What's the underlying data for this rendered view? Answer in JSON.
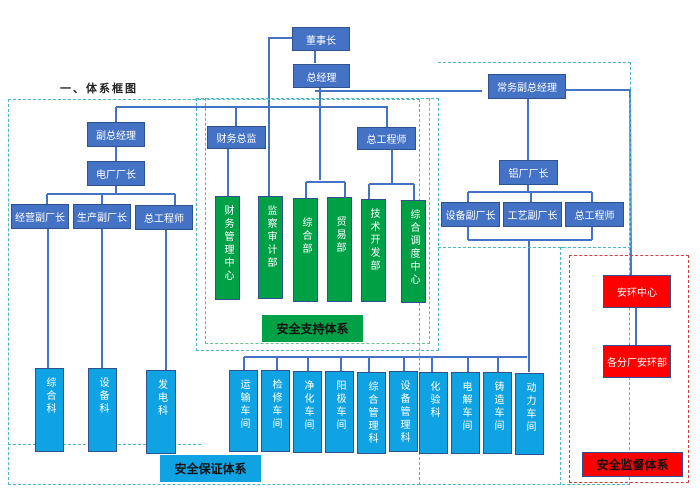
{
  "heading": "一、体系框图",
  "top": {
    "chairman": "董事长",
    "general_manager": "总经理"
  },
  "left_branch": {
    "deputy_gm": "副总经理",
    "power_plant_director": "电厂厂长",
    "sub_heads": [
      "经营副厂长",
      "生产副厂长",
      "总工程师"
    ],
    "departments": [
      "综合科",
      "设备科",
      "发电科"
    ]
  },
  "support_branch": {
    "cfo": "财务总监",
    "chief_engineer": "总工程师",
    "departments": [
      "财务管理中心",
      "监察审计部",
      "综合部",
      "贸易部",
      "技术开发部",
      "综合调度中心"
    ],
    "system_label": "安全支持体系"
  },
  "right_branch": {
    "executive_deputy_gm": "常务副总经理",
    "aluminum_plant_director": "铝厂厂长",
    "sub_heads": [
      "设备副厂长",
      "工艺副厂长",
      "总工程师"
    ],
    "workshops": [
      "运输车间",
      "检修车间",
      "净化车间",
      "阳极车间",
      "综合管理科",
      "设备管理科",
      "化验科",
      "电解车间",
      "铸造车间",
      "动力车间"
    ]
  },
  "assurance_label": "安全保证体系",
  "supervision": {
    "center": "安环中心",
    "branch_depts": "各分厂安环部",
    "system_label": "安全监督体系"
  }
}
